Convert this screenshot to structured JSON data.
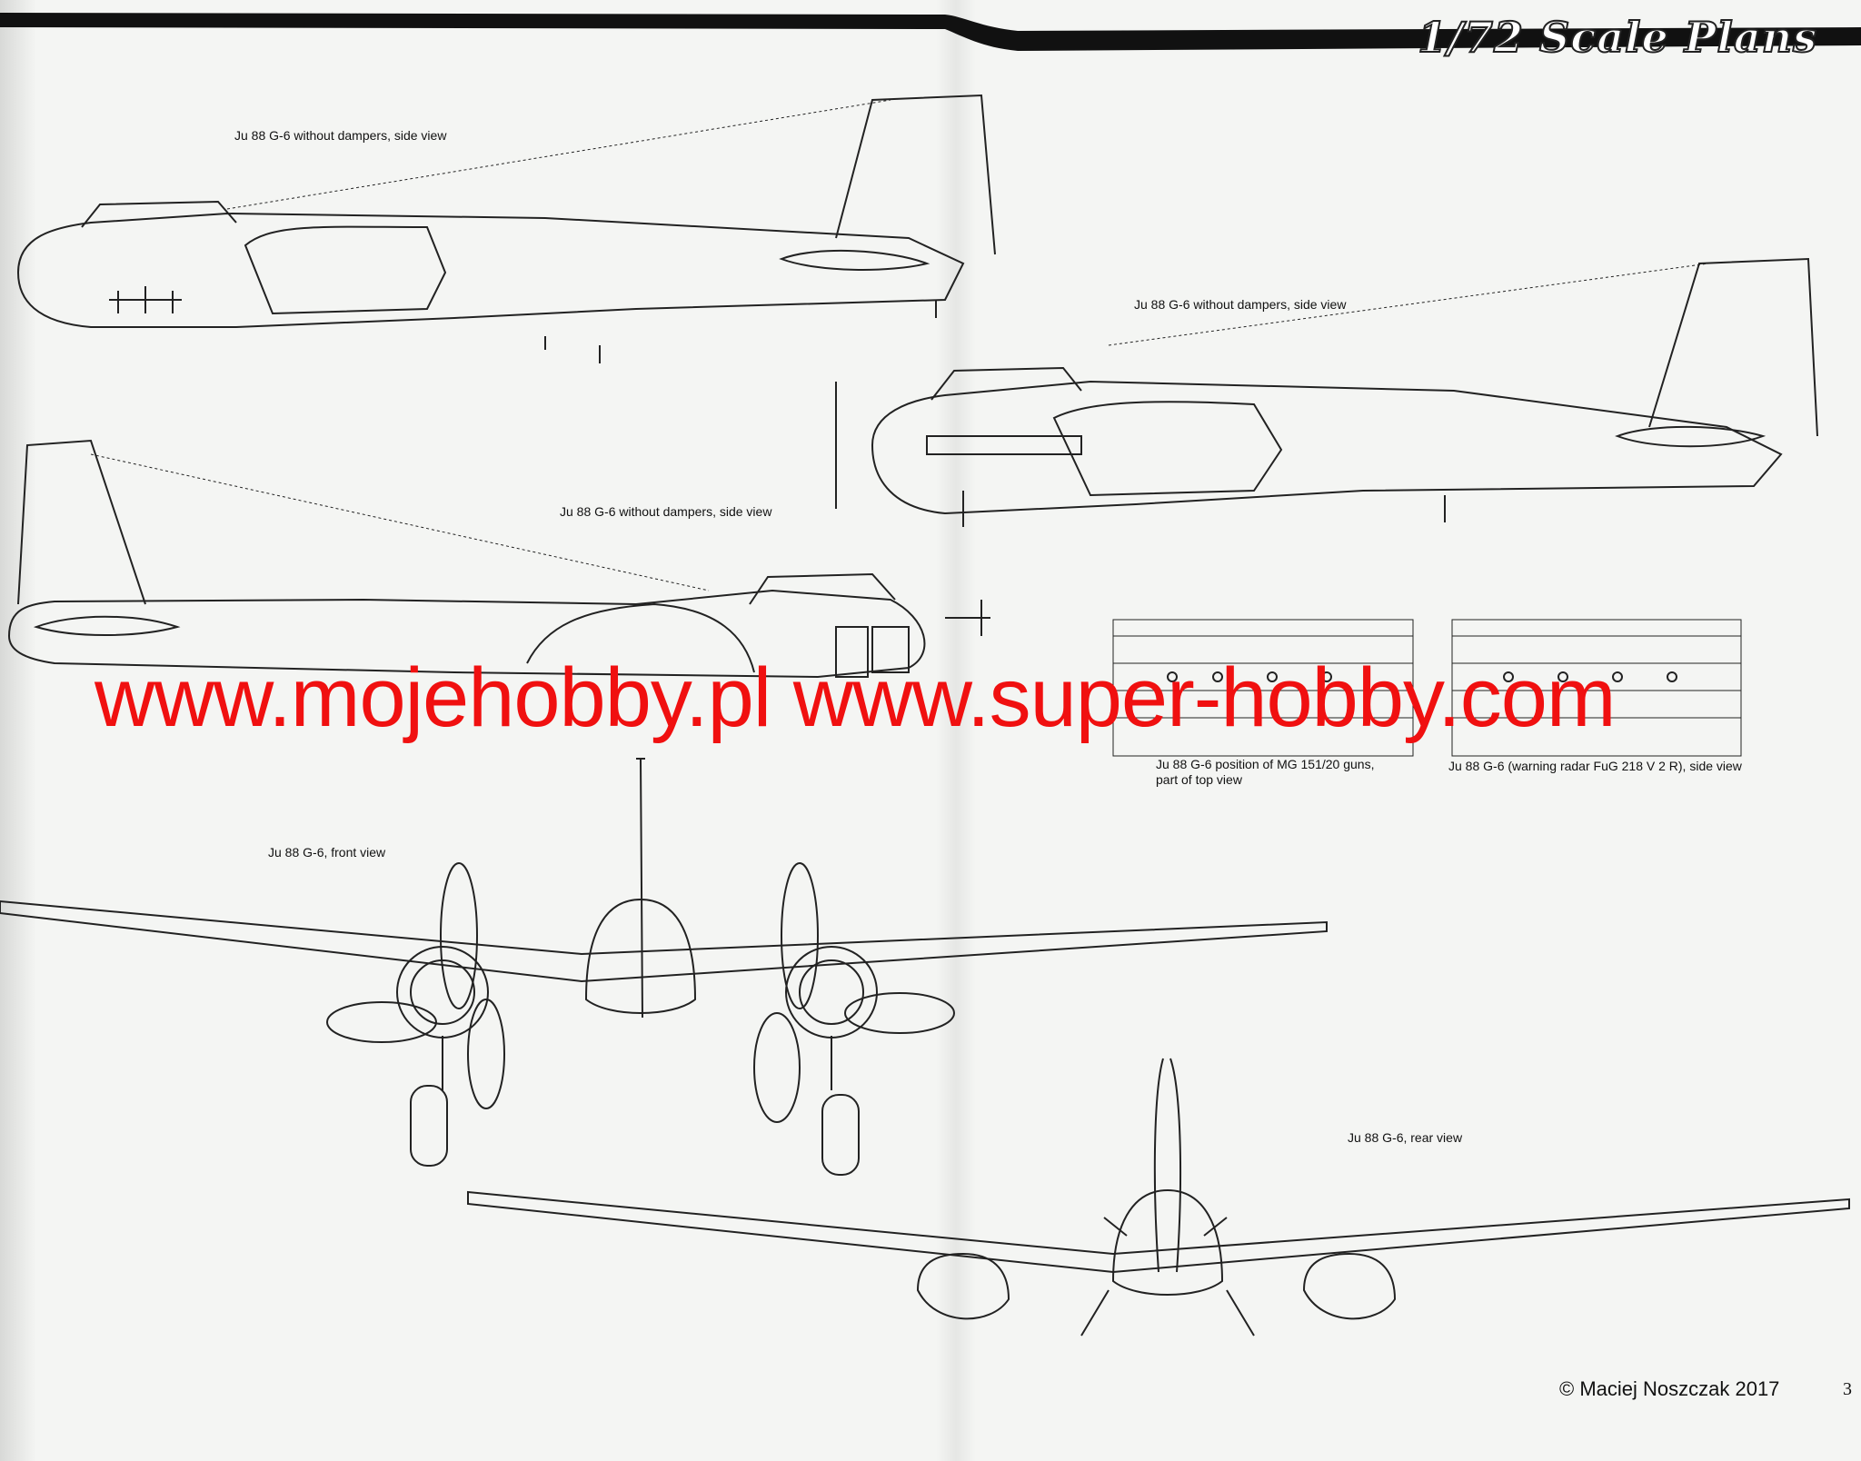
{
  "header": {
    "title": "1/72 Scale Plans"
  },
  "captions": {
    "side_view_1": "Ju 88 G-6 without dampers, side view",
    "side_view_2": "Ju 88 G-6 without dampers, side view",
    "side_view_3": "Ju 88 G-6 without dampers, side view",
    "guns_top_view_line1": "Ju 88 G-6 position of MG 151/20 guns,",
    "guns_top_view_line2": "part of top view",
    "radar_side_view": "Ju 88 G-6 (warning radar FuG 218 V 2 R), side view",
    "front_view": "Ju 88 G-6, front view",
    "rear_view": "Ju 88 G-6, rear view"
  },
  "watermark": "www.mojehobby.pl www.super-hobby.com",
  "footer": {
    "copyright": "© Maciej Noszczak 2017",
    "page_number": "3"
  },
  "colors": {
    "watermark": "#f01010",
    "line_art": "#222222",
    "paper": "#f4f5f3"
  }
}
